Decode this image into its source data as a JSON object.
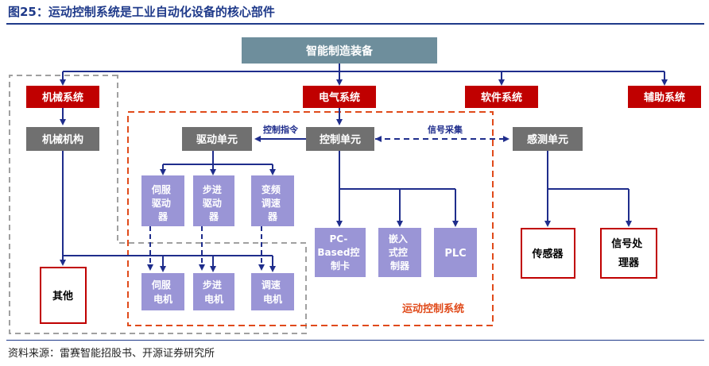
{
  "title": "图25：运动控制系统是工业自动化设备的核心部件",
  "source": "资料来源：雷赛智能招股书、开源证券研究所",
  "colors": {
    "title_blue": "#1f3a8a",
    "line_blue": "#1f2d8c",
    "top_box": "#6e8e9c",
    "red_box": "#c00000",
    "gray_box": "#707070",
    "purple_box": "#9a95d6",
    "dashed_orange": "#e04a1a",
    "dashed_gray": "#a0a0a0"
  },
  "nodes": {
    "top": "智能制造装备",
    "mech": "机械系统",
    "elec": "电气系统",
    "soft": "软件系统",
    "aux": "辅助系统",
    "mech_struct": "机械机构",
    "drive_unit": "驱动单元",
    "control_unit": "控制单元",
    "sense_unit": "感测单元",
    "servo_drive": [
      "伺服",
      "驱动",
      "器"
    ],
    "step_drive": [
      "步进",
      "驱动",
      "器"
    ],
    "vfd": [
      "变频",
      "调速",
      "器"
    ],
    "pc_based": [
      "PC-",
      "Based控",
      "制卡"
    ],
    "embedded": [
      "嵌入",
      "式控",
      "制器"
    ],
    "plc": "PLC",
    "sensor": "传感器",
    "signal_proc": [
      "信号处",
      "理器"
    ],
    "other": "其他",
    "servo_motor": [
      "伺服",
      "电机"
    ],
    "step_motor": [
      "步进",
      "电机"
    ],
    "speed_motor": [
      "调速",
      "电机"
    ]
  },
  "labels": {
    "control_cmd": "控制指令",
    "signal_collect": "信号采集",
    "motion_system": "运动控制系统"
  }
}
